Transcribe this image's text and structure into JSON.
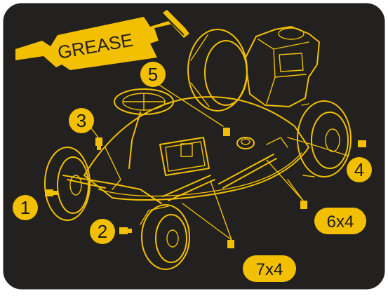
{
  "colors": {
    "background": "#232120",
    "accent": "#f2c000",
    "frame": "#ffffff",
    "label_text": "#1a1a1a"
  },
  "banner": {
    "text": "GREASE",
    "icon": "grease-gun-icon"
  },
  "points": [
    {
      "id": "1",
      "label": "1"
    },
    {
      "id": "2",
      "label": "2"
    },
    {
      "id": "3",
      "label": "3"
    },
    {
      "id": "4",
      "label": "4"
    },
    {
      "id": "5",
      "label": "5"
    }
  ],
  "counts": {
    "blade_spindles": "6x4",
    "deck_links": "7x4"
  }
}
